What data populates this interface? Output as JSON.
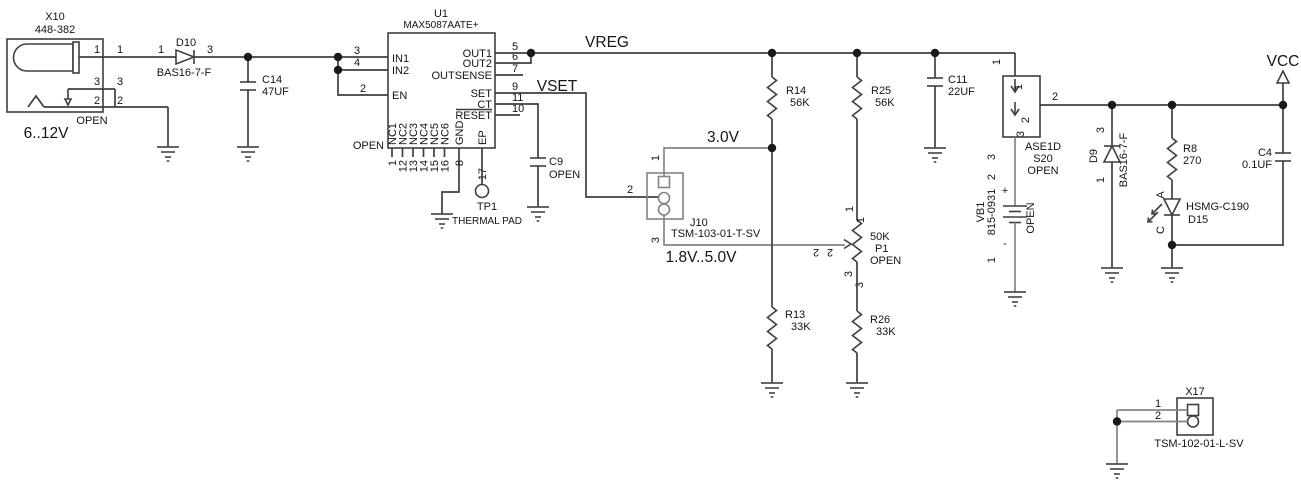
{
  "nets": {
    "vin": "6..12V",
    "vreg": "VREG",
    "vset": "VSET",
    "v3": "3.0V",
    "vrange": "1.8V..5.0V",
    "vcc": "VCC"
  },
  "x10": {
    "ref": "X10",
    "part": "448-382",
    "open": "OPEN",
    "pin1": "1",
    "pin2": "2",
    "pin3": "3"
  },
  "d10": {
    "ref": "D10",
    "part": "BAS16-7-F",
    "pin1": "1",
    "pin3": "3"
  },
  "c14": {
    "ref": "C14",
    "value": "47UF"
  },
  "u1": {
    "ref": "U1",
    "part": "MAX5087AATE+",
    "open": "OPEN",
    "pins": {
      "in1": "IN1",
      "in2": "IN2",
      "en": "EN",
      "out1": "OUT1",
      "out2": "OUT2",
      "outsense": "OUTSENSE",
      "set": "SET",
      "ct": "CT",
      "reset": "RESET",
      "n3": "3",
      "n4": "4",
      "n2": "2",
      "n5": "5",
      "n6": "6",
      "n7": "7",
      "n9": "9",
      "n11": "11",
      "n10": "10",
      "nc1": "NC1",
      "nc2": "NC2",
      "nc3": "NC3",
      "nc4": "NC4",
      "nc5": "NC5",
      "nc6": "NC6",
      "gnd": "GND",
      "ep": "EP",
      "b1": "1",
      "b12": "12",
      "b13": "13",
      "b14": "14",
      "b15": "15",
      "b16": "16",
      "b8": "8",
      "b17": "17"
    }
  },
  "tp1": {
    "ref": "TP1",
    "note": "THERMAL PAD"
  },
  "c9": {
    "ref": "C9",
    "value": "OPEN"
  },
  "j10": {
    "ref": "J10",
    "part": "TSM-103-01-T-SV",
    "pin1": "1",
    "pin2": "2",
    "pin3": "3"
  },
  "r14": {
    "ref": "R14",
    "value": "56K"
  },
  "r25": {
    "ref": "R25",
    "value": "56K"
  },
  "c11": {
    "ref": "C11",
    "value": "22UF"
  },
  "p1": {
    "ref": "P1",
    "value": "50K",
    "open": "OPEN",
    "pin1": "1",
    "pin2": "2",
    "pin3": "3"
  },
  "r13": {
    "ref": "R13",
    "value": "33K"
  },
  "r26": {
    "ref": "R26",
    "value": "33K"
  },
  "s20": {
    "ref": "S20",
    "part": "ASE1D",
    "open": "OPEN",
    "pin1": "1",
    "pin2": "2",
    "pin3": "3"
  },
  "vb1": {
    "ref": "VB1",
    "part": "815-0931",
    "open": "OPEN",
    "pin1": "1",
    "pin2": "2",
    "plus": "+",
    "minus": "-"
  },
  "d9": {
    "ref": "D9",
    "part": "BAS16-7-F",
    "pin1": "1",
    "pin3": "3"
  },
  "r8": {
    "ref": "R8",
    "value": "270"
  },
  "d15": {
    "ref": "D15",
    "part": "HSMG-C190",
    "anode": "A",
    "cathode": "C"
  },
  "c4": {
    "ref": "C4",
    "value": "0.1UF"
  },
  "x17": {
    "ref": "X17",
    "part": "TSM-102-01-L-SV",
    "pin1": "1",
    "pin2": "2"
  }
}
